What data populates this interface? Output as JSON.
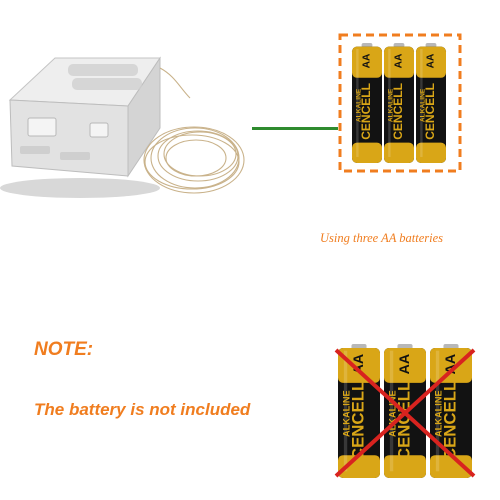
{
  "colors": {
    "accent_orange": "#f07d1f",
    "connector_green": "#2e8b2e",
    "battery_gold": "#d9a617",
    "battery_black": "#121212",
    "cross_red": "#d8231f"
  },
  "battery": {
    "brand": "CENCELL",
    "type": "ALKALINE",
    "size": "AA"
  },
  "caption": "Using three AA batteries",
  "note": {
    "label": "NOTE:",
    "text": "The battery is not included"
  },
  "icons": [
    "battery-box-icon",
    "wire-coil-icon",
    "aa-battery-icon",
    "cross-out-icon"
  ]
}
